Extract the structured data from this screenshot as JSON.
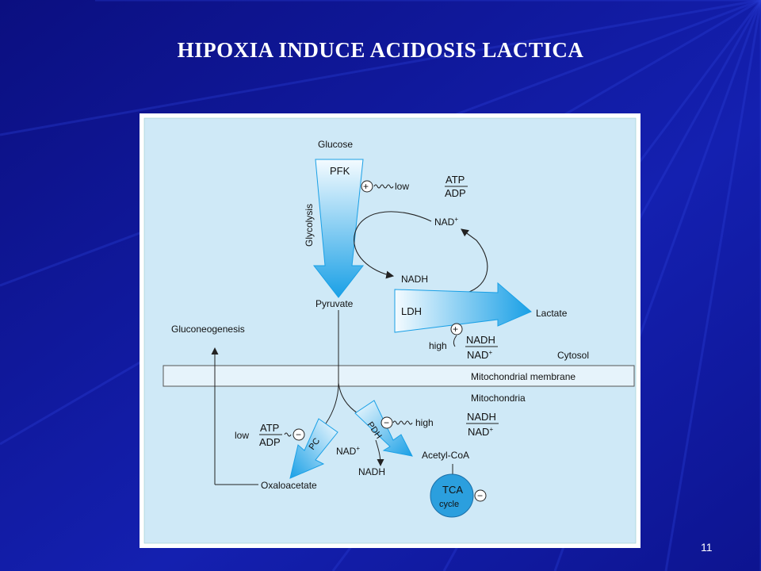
{
  "slide": {
    "title": "HIPOXIA INDUCE ACIDOSIS LACTICA",
    "page_number": "11"
  },
  "diagram": {
    "metabolites": {
      "glucose": "Glucose",
      "pyruvate": "Pyruvate",
      "lactate": "Lactate",
      "acetyl_coa": "Acetyl-CoA",
      "oxaloacetate": "Oxaloacetate",
      "gluconeogenesis": "Gluconeogenesis"
    },
    "enzymes": {
      "pfk": "PFK",
      "ldh": "LDH",
      "pc": "PC",
      "pdh": "PDH"
    },
    "pathway": {
      "glycolysis": "Glycolysis"
    },
    "compartments": {
      "cytosol": "Cytosol",
      "membrane": "Mitochondrial membrane",
      "mitochondria": "Mitochondria"
    },
    "cofactors": {
      "nad_plus": "NAD",
      "nadh": "NADH",
      "atp": "ATP",
      "adp": "ADP",
      "plus_superscript": "+"
    },
    "levels": {
      "low": "low",
      "high": "high"
    },
    "regulation": {
      "activation": "+",
      "inhibition": "−"
    },
    "tca": {
      "line1": "TCA",
      "line2": "cycle"
    },
    "colors": {
      "slide_background": "#0a0f8c",
      "panel": "#cfe9f7",
      "arrow_blue": "#1aa0e6",
      "membrane_band": "#e6f3fb",
      "tca_circle": "#2b9fde"
    }
  }
}
